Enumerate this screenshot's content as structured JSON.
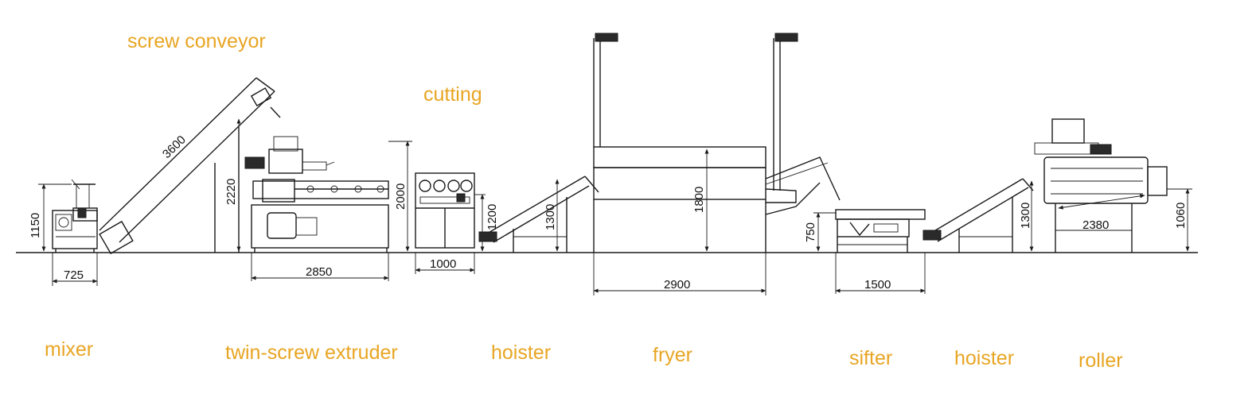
{
  "colors": {
    "label": "#E8A523",
    "line": "#1a1a1a",
    "background": "#ffffff"
  },
  "labels": {
    "screw_conveyor": "screw conveyor",
    "cutting": "cutting",
    "mixer": "mixer",
    "twin_screw_extruder": "twin-screw extruder",
    "hoister_1": "hoister",
    "fryer": "fryer",
    "sifter": "sifter",
    "hoister_2": "hoister",
    "roller": "roller"
  },
  "dimensions": {
    "mixer_height": "1150",
    "mixer_width": "725",
    "conveyor_length": "3600",
    "extruder_total_height": "2220",
    "extruder_height": "2000",
    "extruder_width": "2850",
    "cutting_height": "1200",
    "cutting_width": "1000",
    "hoister1_height": "1300",
    "fryer_height": "1800",
    "fryer_width": "2900",
    "sifter_height": "750",
    "sifter_width": "1500",
    "hoister2_height": "1300",
    "roller_length": "2380",
    "roller_height": "1060"
  }
}
